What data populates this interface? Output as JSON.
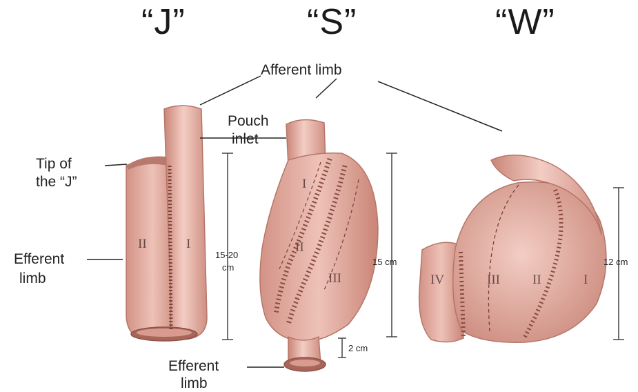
{
  "titles": {
    "j": "“J”",
    "s": "“S”",
    "w": "“W”"
  },
  "labels": {
    "afferent_limb": "Afferent limb",
    "pouch_inlet_1": "Pouch",
    "pouch_inlet_2": "inlet",
    "tip_1": "Tip of",
    "tip_2": "the “J”",
    "efferent_left_1": "Efferent",
    "efferent_left_2": "limb",
    "efferent_bottom_1": "Efferent",
    "efferent_bottom_2": "limb"
  },
  "measurements": {
    "j_length_1": "15-20",
    "j_length_2": "cm",
    "s_length": "15 cm",
    "s_outlet": "2 cm",
    "w_length": "12 cm"
  },
  "segments": {
    "j": [
      "II",
      "I"
    ],
    "s": [
      "I",
      "II",
      "III"
    ],
    "w": [
      "IV",
      "III",
      "II",
      "I"
    ]
  },
  "colors": {
    "tissue": "#e8b3a8",
    "tissue_dark": "#c98577",
    "tissue_light": "#f6d7cf",
    "suture": "#8a4a42",
    "line": "#222222"
  }
}
